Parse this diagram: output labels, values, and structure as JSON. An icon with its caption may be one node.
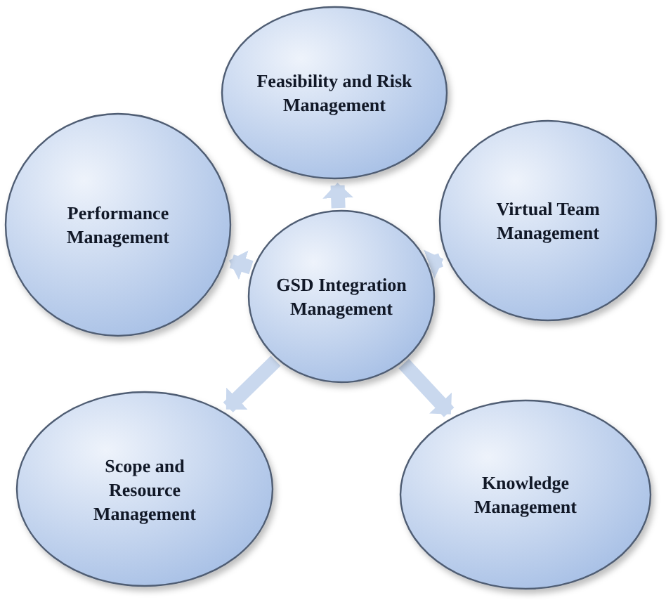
{
  "diagram": {
    "nodes": [
      {
        "text": [
          "Feasibility and Risk Management"
        ]
      },
      {
        "text": [
          "Performance Management"
        ]
      },
      {
        "text": [
          "Virtual Team Management"
        ]
      },
      {
        "text": [
          "GSD Integration Management"
        ]
      },
      {
        "text": [
          "Scope and Resource Management"
        ]
      },
      {
        "text": [
          "Knowledge Management"
        ]
      }
    ],
    "edges": [
      {
        "from": 3,
        "to": 0,
        "arrow": "to"
      },
      {
        "from": 3,
        "to": 1,
        "arrow": "to"
      },
      {
        "from": 3,
        "to": 2,
        "arrow": "to"
      },
      {
        "from": 3,
        "to": 4,
        "arrow": "to"
      },
      {
        "from": 3,
        "to": 5,
        "arrow": "to"
      }
    ]
  }
}
